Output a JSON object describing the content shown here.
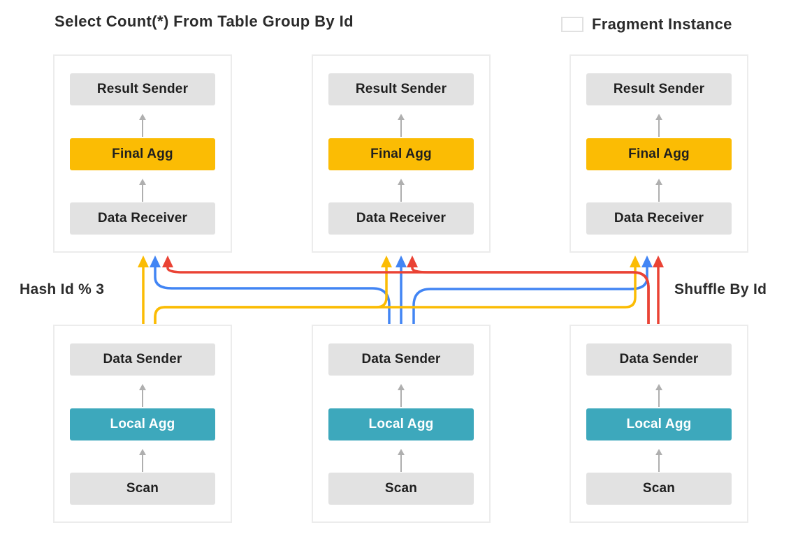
{
  "title": "Select Count(*) From Table Group By Id",
  "legend": {
    "label": "Fragment Instance"
  },
  "annotations": {
    "left_label": "Hash Id % 3",
    "right_label": "Shuffle By Id"
  },
  "colors": {
    "text": "#2b2b2b",
    "fragment_border": "#ececec",
    "operator_box": "#e2e2e2",
    "final_agg": "#fbbc04",
    "local_agg": "#3da8bc",
    "internal_arrow": "#afafaf",
    "shuffle_yellow": "#fbbc04",
    "shuffle_blue": "#4285f4",
    "shuffle_red": "#ea4335"
  },
  "fragments": [
    {
      "id": "upper-1",
      "row": "upper",
      "operators": [
        {
          "label": "Result Sender"
        },
        {
          "label": "Final Agg"
        },
        {
          "label": "Data Receiver"
        }
      ]
    },
    {
      "id": "upper-2",
      "row": "upper",
      "operators": [
        {
          "label": "Result Sender"
        },
        {
          "label": "Final Agg"
        },
        {
          "label": "Data Receiver"
        }
      ]
    },
    {
      "id": "upper-3",
      "row": "upper",
      "operators": [
        {
          "label": "Result Sender"
        },
        {
          "label": "Final Agg"
        },
        {
          "label": "Data Receiver"
        }
      ]
    },
    {
      "id": "lower-1",
      "row": "lower",
      "operators": [
        {
          "label": "Data Sender"
        },
        {
          "label": "Local Agg"
        },
        {
          "label": "Scan"
        }
      ]
    },
    {
      "id": "lower-2",
      "row": "lower",
      "operators": [
        {
          "label": "Data Sender"
        },
        {
          "label": "Local Agg"
        },
        {
          "label": "Scan"
        }
      ]
    },
    {
      "id": "lower-3",
      "row": "lower",
      "operators": [
        {
          "label": "Data Sender"
        },
        {
          "label": "Local Agg"
        },
        {
          "label": "Scan"
        }
      ]
    }
  ],
  "shuffle_edges": [
    {
      "from": "lower-1",
      "to": "upper-1",
      "color_name": "yellow"
    },
    {
      "from": "lower-1",
      "to": "upper-2",
      "color_name": "yellow"
    },
    {
      "from": "lower-1",
      "to": "upper-3",
      "color_name": "yellow"
    },
    {
      "from": "lower-2",
      "to": "upper-1",
      "color_name": "blue"
    },
    {
      "from": "lower-2",
      "to": "upper-2",
      "color_name": "blue"
    },
    {
      "from": "lower-2",
      "to": "upper-3",
      "color_name": "blue"
    },
    {
      "from": "lower-3",
      "to": "upper-1",
      "color_name": "red"
    },
    {
      "from": "lower-3",
      "to": "upper-2",
      "color_name": "red"
    },
    {
      "from": "lower-3",
      "to": "upper-3",
      "color_name": "red"
    }
  ]
}
